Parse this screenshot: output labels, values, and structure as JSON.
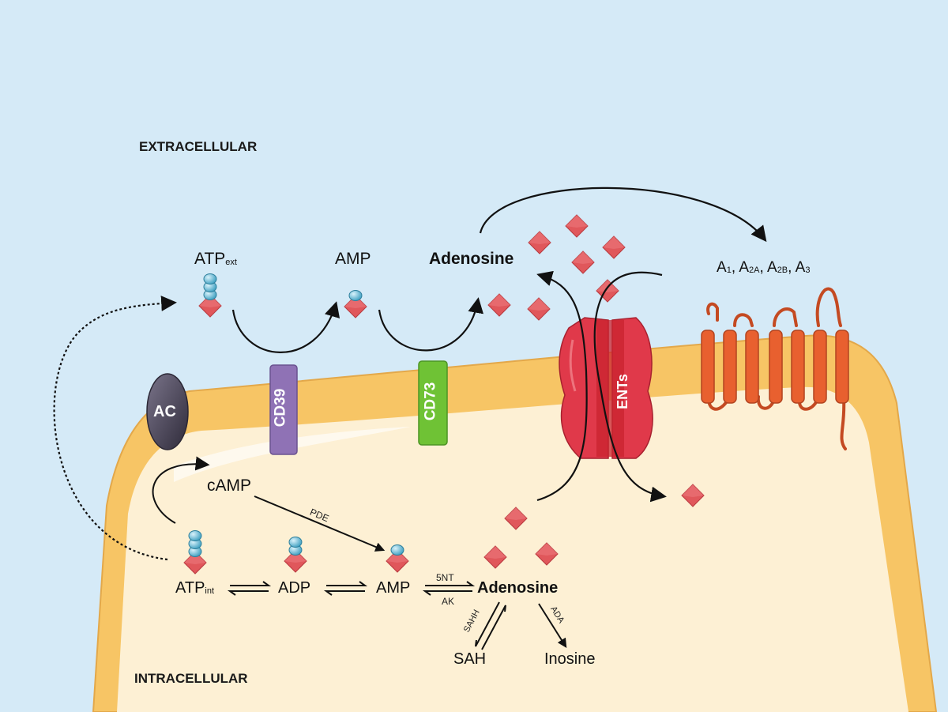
{
  "regions": {
    "extracellular": "EXTRACELLULAR",
    "intracellular": "INTRACELLULAR"
  },
  "proteins": {
    "ac": "AC",
    "cd39": "CD39",
    "cd73": "CD73",
    "ents": "ENTs"
  },
  "extracellular_labels": {
    "atp_main": "ATP",
    "atp_sub": "ext",
    "amp": "AMP",
    "adenosine": "Adenosine",
    "receptors": {
      "a1": "A",
      "a1_sub": "1",
      "a2a": "A",
      "a2a_sub": "2A",
      "a2b": "A",
      "a2b_sub": "2B",
      "a3": "A",
      "a3_sub": "3",
      "sep": ","
    }
  },
  "intracellular_labels": {
    "atp_main": "ATP",
    "atp_sub": "int",
    "adp": "ADP",
    "amp": "AMP",
    "camp": "cAMP",
    "adenosine": "Adenosine",
    "sah": "SAH",
    "inosine": "Inosine"
  },
  "enzymes": {
    "pde": "PDE",
    "nt5": "5NT",
    "ak": "AK",
    "sahh": "SAHH",
    "ada": "ADA"
  },
  "colors": {
    "background": "#d5eaf7",
    "membrane": "#f7c565",
    "cytoplasm": "#fdf0d4",
    "adenosine_diamond": "#e0575b",
    "phosphate": "#6fc0dc",
    "cd39": "#8f72b5",
    "cd73": "#6fc235",
    "ac": "#4b4658",
    "ent": "#e0394a",
    "receptor": "#e06030"
  }
}
